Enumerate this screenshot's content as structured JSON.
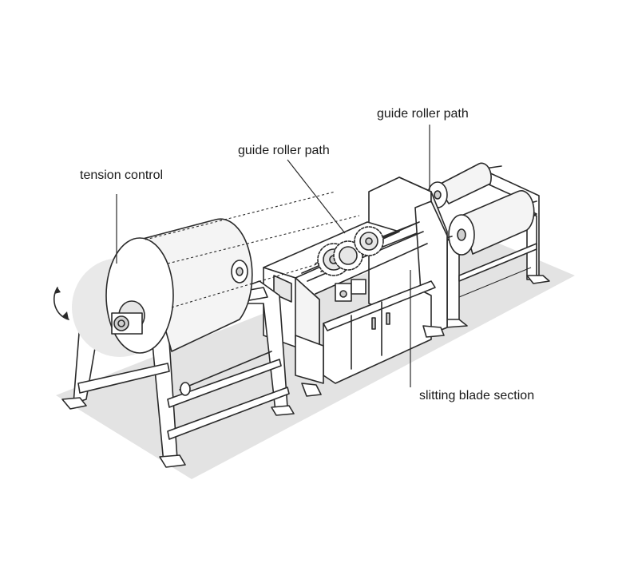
{
  "labels": {
    "tension_control": "tension control",
    "guide_roller_path_upper": "guide roller path",
    "guide_roller_path_middle": "guide roller path",
    "slitting_blade_section": "slitting blade section"
  }
}
